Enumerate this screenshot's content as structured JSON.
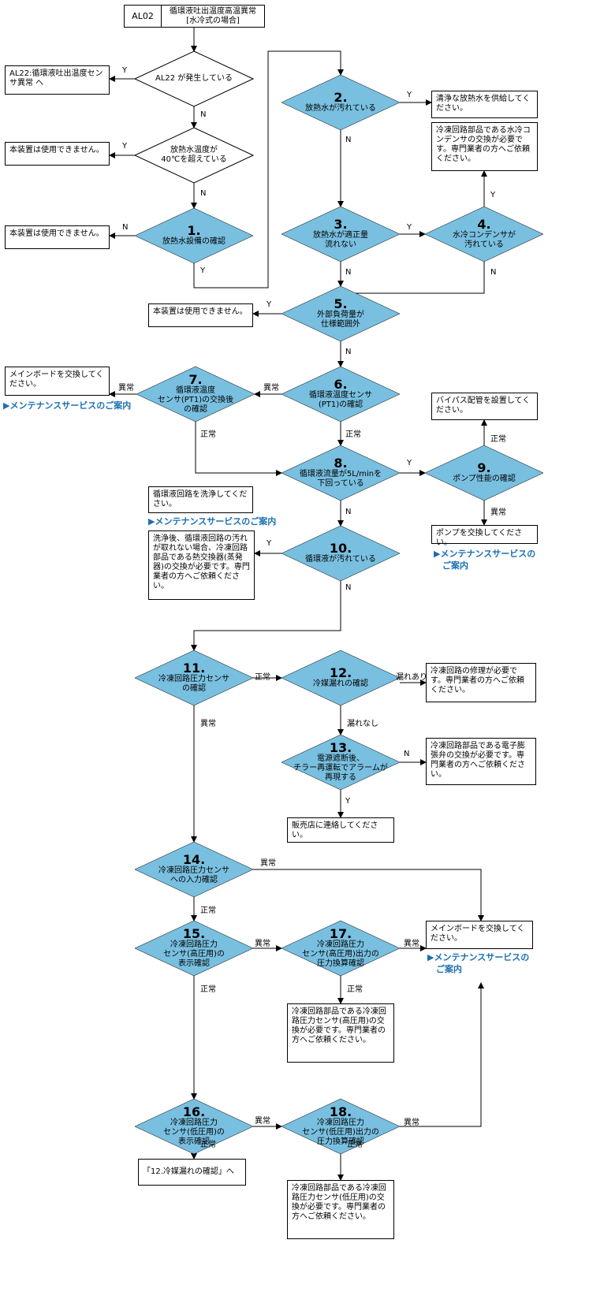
{
  "title": {
    "code": "AL02",
    "line1": "循環液吐出温度高温異常",
    "line2": "[水冷式の場合]"
  },
  "decisions": {
    "d_al22": {
      "num": "",
      "text": "AL22 が発生している"
    },
    "d_temp": {
      "num": "",
      "text": "放熱水温度が\n40℃を超えている"
    },
    "d1": {
      "num": "1.",
      "text": "放熱水設備の確認"
    },
    "d2": {
      "num": "2.",
      "text": "放熱水が汚れている"
    },
    "d3": {
      "num": "3.",
      "text": "放熱水が適正量\n流れない"
    },
    "d4": {
      "num": "4.",
      "text": "水冷コンデンサが\n汚れている"
    },
    "d5": {
      "num": "5.",
      "text": "外部負荷量が\n仕様範囲外"
    },
    "d6": {
      "num": "6.",
      "text": "循環液温度センサ\n(PT1)の確認"
    },
    "d7": {
      "num": "7.",
      "text": "循環液温度\nセンサ(PT1)の交換後\nの確認"
    },
    "d8": {
      "num": "8.",
      "text": "循環液流量が5L/minを\n下回っている"
    },
    "d9": {
      "num": "9.",
      "text": "ポンプ性能の確認"
    },
    "d10": {
      "num": "10.",
      "text": "循環液が汚れている"
    },
    "d11": {
      "num": "11.",
      "text": "冷凍回路圧力センサ\nの確認"
    },
    "d12": {
      "num": "12.",
      "text": "冷媒漏れの確認"
    },
    "d13": {
      "num": "13.",
      "text": "電源遮断後、\nチラー再運転でアラームが\n再現する"
    },
    "d14": {
      "num": "14.",
      "text": "冷凍回路圧力センサ\nへの入力確認"
    },
    "d15": {
      "num": "15.",
      "text": "冷凍回路圧力\nセンサ(高圧用)の\n表示確認"
    },
    "d16": {
      "num": "16.",
      "text": "冷凍回路圧力\nセンサ(低圧用)の\n表示確認"
    },
    "d17": {
      "num": "17.",
      "text": "冷凍回路圧力\nセンサ(高圧用)出力の\n圧力換算確認"
    },
    "d18": {
      "num": "18.",
      "text": "冷凍回路圧力\nセンサ(低圧用)出力の\n圧力換算確認"
    }
  },
  "boxes": {
    "b_al22": "AL22:循環液吐出温度センサ異常 へ",
    "b_unusable1": "本装置は使用できません。",
    "b_unusable2": "本装置は使用できません。",
    "b_unusable3": "本装置は使用できません。",
    "b_clean_water": "清浄な放熱水を供給してください。",
    "b_condenser": "冷凍回路部品である水冷コンデンサの交換が必要です。専門業者の方へご依頼ください。",
    "b_mainboard1": "メインボードを交換してください。",
    "b_bypass": "バイパス配管を設置してください。",
    "b_pump": "ポンプを交換してください。",
    "b_flush": "循環液回路を洗浄してください。",
    "b_heatex": "洗浄後、循環液回路の汚れが取れない場合、冷凍回路部品である熱交換器(蒸発器)の交換が必要です。専門業者の方へご依頼ください。",
    "b_repair": "冷凍回路の修理が必要です。専門業者の方へご依頼ください。",
    "b_valve": "冷凍回路部品である電子膨張弁の交換が必要です。専門業者の方へご依頼ください。",
    "b_dealer": "販売店に連絡してください。",
    "b_mainboard2": "メインボードを交換してください。",
    "b_sensor_high": "冷凍回路部品である冷凍回路圧力センサ(高圧用)の交換が必要です。専門業者の方へご依頼ください。",
    "b_goto12": "「12.冷媒漏れの確認」へ",
    "b_sensor_low": "冷凍回路部品である冷凍回路圧力センサ(低圧用)の交換が必要です。専門業者の方へご依頼ください。"
  },
  "links": {
    "maint1": "▶メンテナンスサービスのご案内",
    "maint2": "▶メンテナンスサービスのご案内",
    "maint3_l1": "▶メンテナンスサービスの",
    "maint3_l2": "ご案内",
    "maint4_l1": "▶メンテナンスサービスの",
    "maint4_l2": "ご案内"
  },
  "edges": {
    "y": "Y",
    "n": "N",
    "normal": "正常",
    "abnormal": "異常",
    "leak": "漏れあり",
    "noleak": "漏れなし"
  },
  "colors": {
    "diamond_fill": "#79bfe0",
    "diamond_fill_plain": "#ffffff",
    "link": "#1a6fb0"
  }
}
